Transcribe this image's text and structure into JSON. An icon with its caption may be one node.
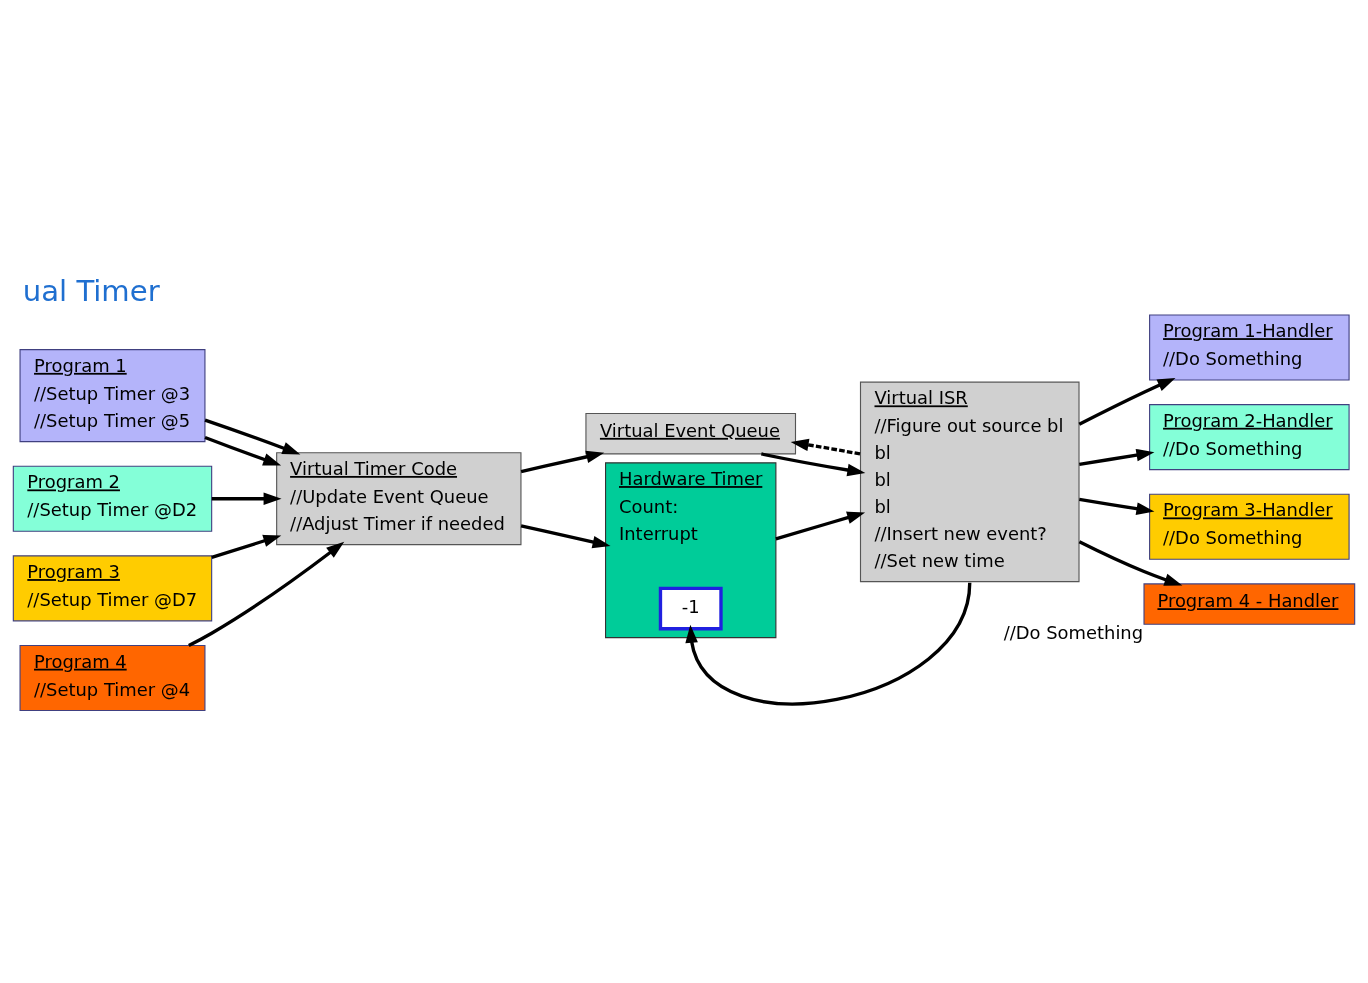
{
  "diagram": {
    "title": "ual Timer",
    "nodes": [
      {
        "text": [
          "Virtual Event Queue"
        ]
      },
      {
        "text": [
          "Program 1",
          "//Setup Timer @3",
          "//Setup Timer @5"
        ]
      },
      {
        "text": [
          "Program 2",
          "//Setup Timer @D2"
        ]
      },
      {
        "text": [
          "Program 3",
          "//Setup Timer @D7"
        ]
      },
      {
        "text": [
          "Program 4",
          "//Setup Timer @4"
        ]
      },
      {
        "text": [
          "Virtual Timer Code",
          "//Update Event Queue",
          "//Adjust Timer if needed"
        ]
      },
      {
        "text": [
          "Hardware Timer",
          "Count:",
          "Interrupt"
        ]
      },
      {
        "text": [
          "-1"
        ],
        "in": 6
      },
      {
        "text": [
          "Virtual ISR",
          "//Figure out source bl",
          "bl",
          "bl",
          "bl",
          "//Insert new event?",
          "//Set new time"
        ]
      },
      {
        "text": [
          "Program 1-Handler",
          "//Do Something"
        ]
      },
      {
        "text": [
          "Program 2-Handler",
          "//Do Something"
        ]
      },
      {
        "text": [
          "Program 3-Handler",
          "//Do Something"
        ]
      },
      {
        "text": [
          "Program 4 - Handler"
        ],
        "beside": [
          "//Do Something"
        ]
      }
    ],
    "edges": [
      {
        "from": 1,
        "to": 5,
        "arrow": "to"
      },
      {
        "from": 1,
        "to": 5,
        "arrow": "to"
      },
      {
        "from": 2,
        "to": 5,
        "arrow": "to"
      },
      {
        "from": 3,
        "to": 5,
        "arrow": "to"
      },
      {
        "from": 4,
        "to": 5,
        "arrow": "to"
      },
      {
        "from": 5,
        "to": 0,
        "arrow": "to"
      },
      {
        "from": 5,
        "to": 6,
        "arrow": "to"
      },
      {
        "from": 6,
        "to": 8,
        "arrow": "to"
      },
      {
        "from": 8,
        "to": 9,
        "arrow": "to"
      },
      {
        "from": 8,
        "to": 10,
        "arrow": "to"
      },
      {
        "from": 8,
        "to": 11,
        "arrow": "to"
      },
      {
        "from": 8,
        "to": 12,
        "arrow": "to"
      },
      {
        "from": 8,
        "to": 7,
        "arrow": "to"
      },
      {
        "from": 0,
        "to": 8,
        "arrow": "to"
      },
      {
        "from": 8,
        "to": 0,
        "arrow": "to",
        "style": "dashed"
      }
    ]
  }
}
